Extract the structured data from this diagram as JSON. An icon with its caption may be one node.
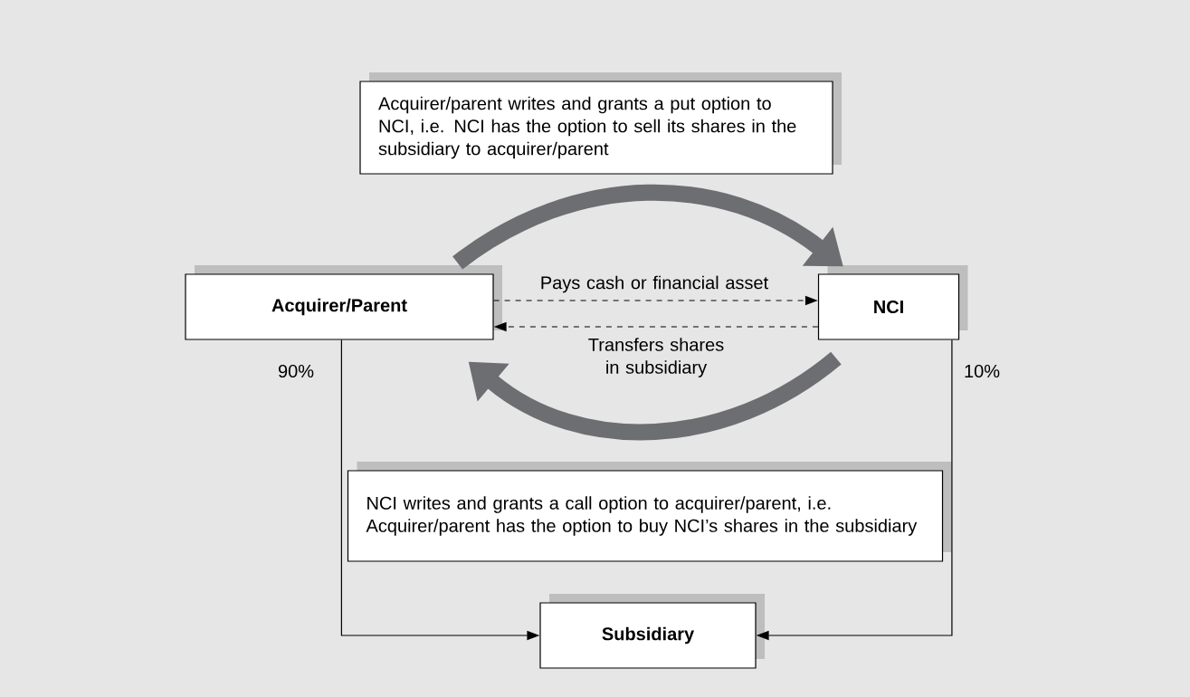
{
  "diagram": {
    "nodes": [
      {
        "text": [
          "Acquirer/parent writes and grants a put option to NCI, i.e. NCI has the option to sell its shares in the subsidiary to acquirer/parent"
        ]
      },
      {
        "text": [
          "Acquirer/Parent"
        ]
      },
      {
        "text": [
          "NCI"
        ]
      },
      {
        "text": [
          "NCI writes and grants a call option to acquirer/parent, i.e. Acquirer/parent has the option to buy NCI’s shares in the subsidiary"
        ]
      },
      {
        "text": [
          "Subsidiary"
        ]
      }
    ],
    "edges": [
      {
        "from": 1,
        "to": 2,
        "arrow": "to",
        "style": "thick",
        "color": "#6d6e71"
      },
      {
        "from": 1,
        "to": 2,
        "arrow": "to",
        "style": "dashed",
        "label": "Pays cash or financial asset"
      },
      {
        "from": 2,
        "to": 1,
        "arrow": "to",
        "style": "dashed",
        "label": "Transfers shares in subsidiary"
      },
      {
        "from": 2,
        "to": 1,
        "arrow": "to",
        "style": "thick",
        "color": "#6d6e71"
      },
      {
        "from": 1,
        "to": 4,
        "arrow": "to",
        "label": "90%"
      },
      {
        "from": 2,
        "to": 4,
        "arrow": "to",
        "label": "10%"
      }
    ]
  }
}
